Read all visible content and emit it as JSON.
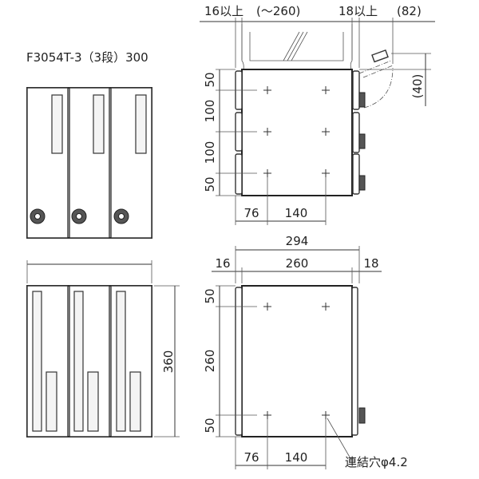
{
  "title": "F3054T-3（3段）300",
  "side_top": {
    "dim_left_clearance": "16以上",
    "dim_width": "(～260)",
    "dim_right_clearance": "18以上",
    "dim_door_swing": "(82)",
    "dim_door_height": "(40)",
    "vertical_dims": [
      "50",
      "100",
      "100",
      "50"
    ],
    "bottom_dims": [
      "76",
      "140"
    ]
  },
  "front_bottom": {
    "dim_height": "360"
  },
  "side_bottom": {
    "dim_total": "294",
    "dim_left": "16",
    "dim_center": "260",
    "dim_right": "18",
    "vertical_dims": [
      "50",
      "260",
      "50"
    ],
    "bottom_dims": [
      "76",
      "140"
    ],
    "hole_label": "連結穴φ4.2"
  }
}
